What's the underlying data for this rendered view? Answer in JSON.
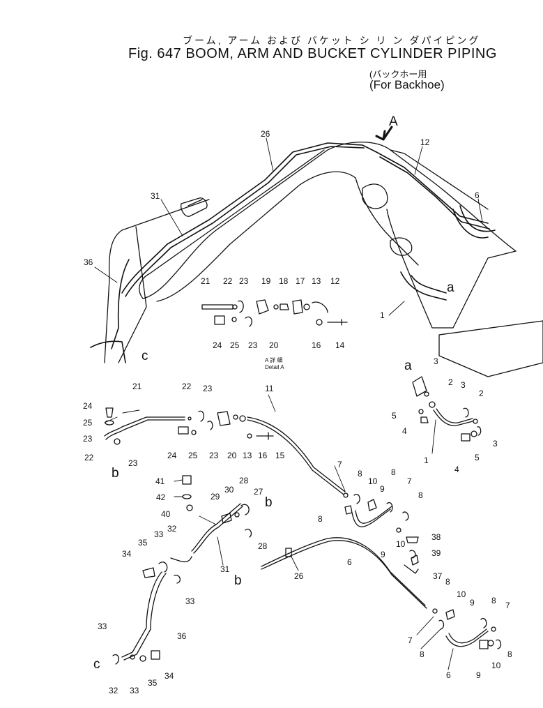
{
  "header": {
    "japanese_title": "ブーム, アーム および バケット シ リ ン ダパイピング",
    "title": "Fig. 647 BOOM, ARM AND BUCKET CYLINDER PIPING",
    "subtitle_japanese": "(バックホー用",
    "subtitle": "(For Backhoe)"
  },
  "detail_label": {
    "japanese": "A 詳 細",
    "english": "Detail A"
  },
  "letters": [
    "A",
    "a",
    "a",
    "b",
    "b",
    "b",
    "c",
    "c"
  ],
  "part_numbers": {
    "boom_view": [
      "26",
      "12",
      "6",
      "31",
      "36",
      "1",
      "21",
      "22",
      "23",
      "19",
      "18",
      "17",
      "13",
      "12",
      "24",
      "25",
      "23",
      "20",
      "16",
      "14"
    ],
    "left_group": [
      "21",
      "22",
      "23",
      "11",
      "24",
      "25",
      "23",
      "22",
      "23",
      "24",
      "25",
      "23",
      "20",
      "13",
      "16",
      "15"
    ],
    "right_group": [
      "3",
      "2",
      "3",
      "2",
      "5",
      "4",
      "3",
      "1",
      "4",
      "5"
    ],
    "arm_group": [
      "41",
      "42",
      "40",
      "29",
      "30",
      "28",
      "27",
      "28",
      "31",
      "32",
      "33",
      "35",
      "34",
      "33",
      "36",
      "33",
      "32",
      "33",
      "35",
      "34"
    ],
    "hose_group": [
      "7",
      "8",
      "10",
      "9",
      "8",
      "7",
      "8",
      "8",
      "9",
      "6",
      "10",
      "38",
      "39",
      "37",
      "26"
    ],
    "bottom_right": [
      "8",
      "10",
      "9",
      "8",
      "7",
      "7",
      "8",
      "6",
      "9",
      "10",
      "8"
    ]
  }
}
